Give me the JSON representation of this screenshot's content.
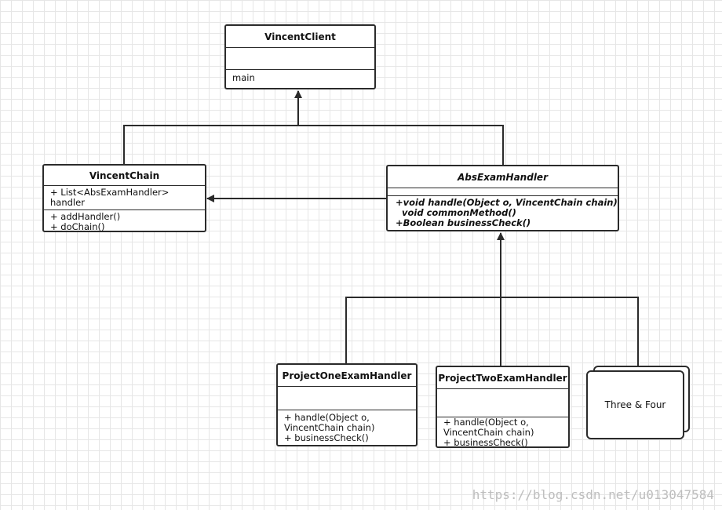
{
  "classes": {
    "client": {
      "name": "VincentClient",
      "attributes": [],
      "methods": [
        "main"
      ]
    },
    "chain": {
      "name": "VincentChain",
      "attributes": [
        "+ List<AbsExamHandler>",
        "handler"
      ],
      "methods": [
        "+ addHandler()",
        "+ doChain()"
      ]
    },
    "abs": {
      "name": "AbsExamHandler",
      "methods": [
        "+void handle(Object o, VincentChain chain)",
        "void commonMethod()",
        "+Boolean businessCheck()"
      ]
    },
    "one": {
      "name": "ProjectOneExamHandler",
      "methods": [
        "+ handle(Object o,",
        "VincentChain chain)",
        "+ businessCheck()"
      ]
    },
    "two": {
      "name": "ProjectTwoExamHandler",
      "methods": [
        "+ handle(Object o,",
        "VincentChain chain)",
        "+ businessCheck()"
      ]
    }
  },
  "note": {
    "label": "Three & Four"
  },
  "watermark": "https://blog.csdn.net/u013047584",
  "colors": {
    "line": "#2b2b2b",
    "grid": "#e6e6e6"
  }
}
